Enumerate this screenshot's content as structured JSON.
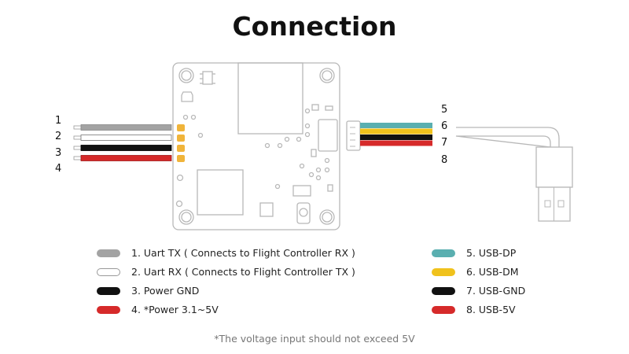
{
  "title": "Connection",
  "left_wire_numbers": [
    "1",
    "2",
    "3",
    "4"
  ],
  "right_wire_numbers": [
    "5",
    "6",
    "7",
    "8"
  ],
  "colors": {
    "gray": "#a3a3a3",
    "white": "#ffffff",
    "black": "#111111",
    "red": "#d62a2a",
    "teal": "#5aafb0",
    "yellow": "#f0c21c",
    "pad": "#f0b43a",
    "outline": "#b8b8b8"
  },
  "legend_left": [
    {
      "label": "1. Uart TX ( Connects to Flight Controller RX )",
      "color": "#a3a3a3"
    },
    {
      "label": "2. Uart RX ( Connects to Flight Controller TX )",
      "color": "#ffffff"
    },
    {
      "label": "3. Power GND",
      "color": "#111111"
    },
    {
      "label": "4. *Power 3.1~5V",
      "color": "#d62a2a"
    }
  ],
  "legend_right": [
    {
      "label": "5. USB-DP",
      "color": "#5aafb0"
    },
    {
      "label": "6. USB-DM",
      "color": "#f0c21c"
    },
    {
      "label": "7. USB-GND",
      "color": "#111111"
    },
    {
      "label": "8. USB-5V",
      "color": "#d62a2a"
    }
  ],
  "footnote": "*The voltage input should not exceed 5V"
}
